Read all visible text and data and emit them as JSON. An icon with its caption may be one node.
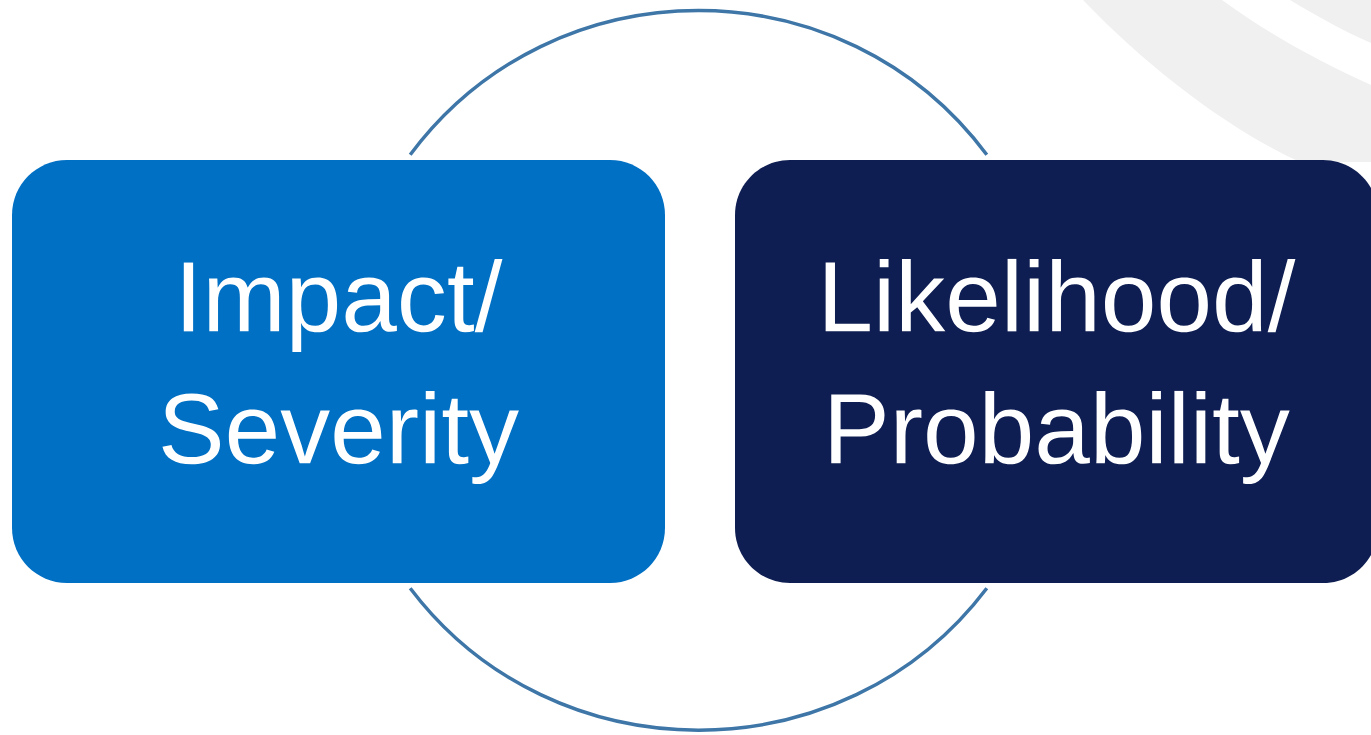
{
  "diagram": {
    "nodes": [
      {
        "text": [
          "Impact/ Severity"
        ]
      },
      {
        "text": [
          "Likelihood/ Probability"
        ]
      }
    ],
    "edges": [
      {
        "from": 0,
        "to": 1,
        "arrow": "none"
      },
      {
        "from": 0,
        "to": 1,
        "arrow": "none"
      }
    ]
  }
}
